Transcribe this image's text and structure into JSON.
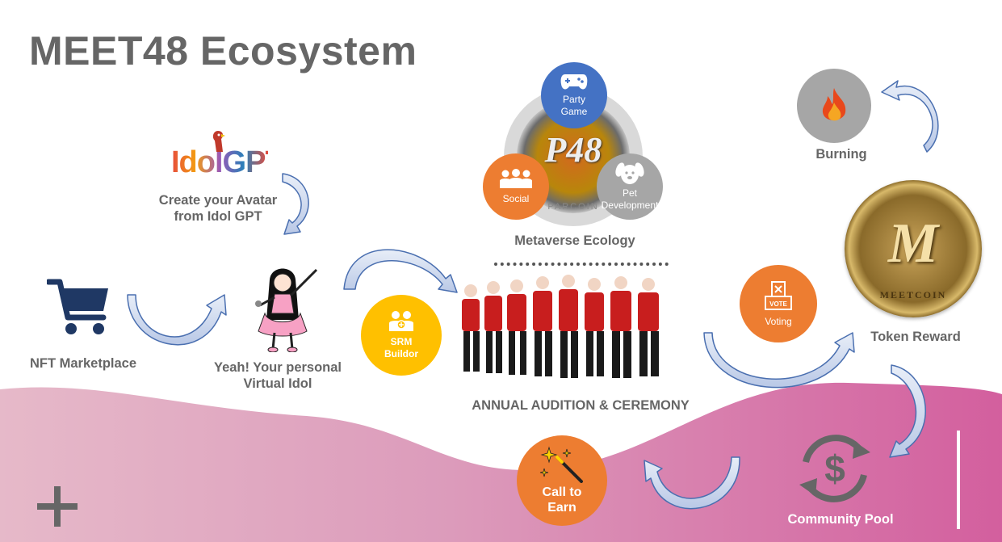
{
  "title": "MEET48 Ecosystem",
  "idolgpt": {
    "logo_text": "IdolGPT",
    "label_line1": "Create your Avatar",
    "label_line2": "from Idol GPT"
  },
  "nft": {
    "label": "NFT  Marketplace",
    "icon": "shopping-cart-icon"
  },
  "virtual_idol": {
    "label_line1": "Yeah! Your personal",
    "label_line2": "Virtual Idol"
  },
  "srm": {
    "label_line1": "SRM",
    "label_line2": "Buildor",
    "icon": "people-icon"
  },
  "metaverse": {
    "label": "Metaverse Ecology",
    "coin_text": "P48",
    "coin_rim_text": "PARCOIN",
    "party_game": {
      "line1": "Party",
      "line2": "Game",
      "icon": "gamepad-icon"
    },
    "social": {
      "label": "Social",
      "icon": "group-icon"
    },
    "pet": {
      "line1": "Pet",
      "line2": "Development",
      "icon": "dog-icon"
    }
  },
  "audition": {
    "label": "ANNUAL AUDITION & CEREMONY"
  },
  "voting": {
    "label": "Voting",
    "icon_text": "VOTE"
  },
  "burning": {
    "label": "Burning",
    "icon": "fire-icon"
  },
  "token_reward": {
    "label": "Token Reward",
    "coin_text": "M",
    "coin_rim_text": "MEETCOIN"
  },
  "community_pool": {
    "label": "Community Pool",
    "icon": "dollar-cycle-icon"
  },
  "call_to_earn": {
    "line1": "Call to",
    "line2": "Earn",
    "icon": "magic-wand-icon"
  },
  "colors": {
    "title": "#666666",
    "orange": "#ED7D31",
    "blue": "#4472C4",
    "yellow": "#FFC000",
    "gray": "#A6A6A6",
    "navy": "#1F3864",
    "pink": "#D56A9E"
  }
}
